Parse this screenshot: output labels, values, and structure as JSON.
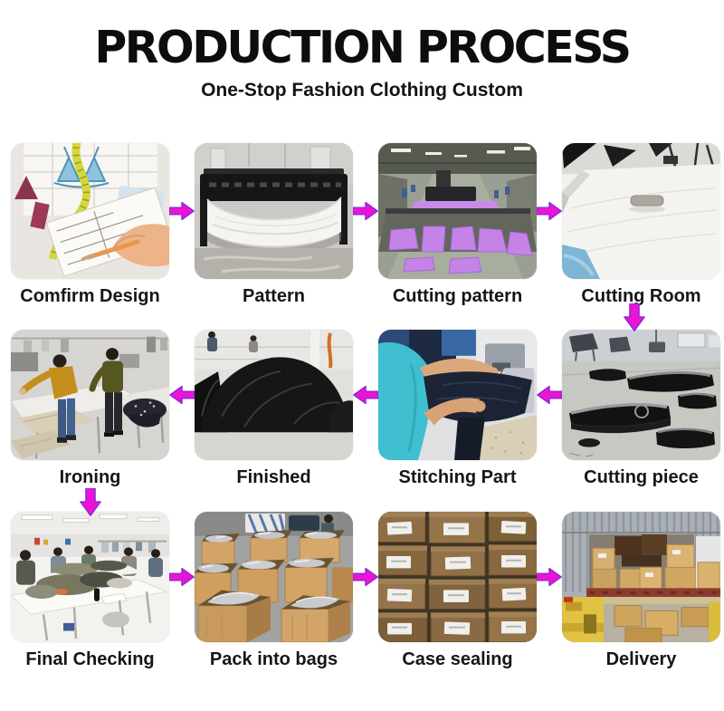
{
  "header": {
    "title": "PRODUCTION PROCESS",
    "subtitle": "One-Stop Fashion Clothing Custom"
  },
  "rows": [
    {
      "flow": "left-to-right",
      "steps": [
        {
          "label": "Comfirm Design",
          "photo": "design-spec-sheet-with-bra-sketches-and-measuring-tape"
        },
        {
          "label": "Pattern",
          "photo": "pattern-plotter-machine-with-paper-roll"
        },
        {
          "label": "Cutting pattern",
          "photo": "auto-cutter-with-purple-fabric-pieces"
        },
        {
          "label": "Cutting Room",
          "photo": "white-fabric-spread-on-cutting-table"
        }
      ]
    },
    {
      "flow": "right-to-left",
      "steps": [
        {
          "label": "Ironing",
          "photo": "workers-ironing-garments-on-tables"
        },
        {
          "label": "Finished",
          "photo": "pile-of-finished-black-garments"
        },
        {
          "label": "Stitching Part",
          "photo": "worker-sewing-dark-fabric-at-machine"
        },
        {
          "label": "Cutting piece",
          "photo": "stacks-of-cut-black-fabric-pieces"
        }
      ]
    },
    {
      "flow": "left-to-right",
      "steps": [
        {
          "label": "Final Checking",
          "photo": "quality-check-tables-with-garment-piles"
        },
        {
          "label": "Pack into bags",
          "photo": "open-cartons-filled-with-poly-bags"
        },
        {
          "label": "Case sealing",
          "photo": "stacked-sealed-cartons-with-labels"
        },
        {
          "label": "Delivery",
          "photo": "cartons-loaded-into-shipping-container"
        }
      ]
    }
  ],
  "connectors": {
    "row1_arrows": "right",
    "row2_arrows": "left",
    "row3_arrows": "right",
    "after_row1": "down-under-cutting-room",
    "after_row2": "down-under-ironing"
  },
  "colors": {
    "arrow_fill": "#ee13d4",
    "arrow_stroke": "#8e2ad8",
    "title": "#0d0d0d",
    "background": "#ffffff"
  }
}
